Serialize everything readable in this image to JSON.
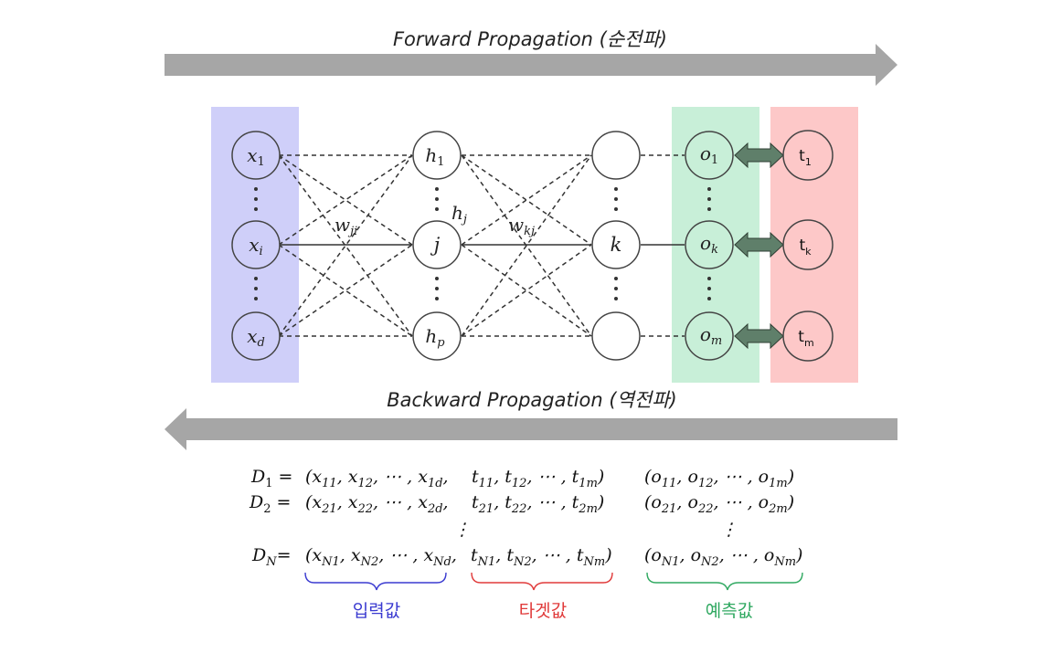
{
  "forward_label": "Forward Propagation (순전파)",
  "backward_label": "Backward Propagation (역전파)",
  "input_nodes": [
    "x1",
    "xi",
    "xd"
  ],
  "hidden_nodes": [
    "h1",
    "j",
    "hp"
  ],
  "hidden_extra_label": "hj",
  "layer3_nodes": [
    "",
    "k",
    ""
  ],
  "output_nodes": [
    "o1",
    "ok",
    "om"
  ],
  "target_nodes": [
    "t1",
    "tk",
    "tm"
  ],
  "weight_labels": [
    "wji",
    "wkj"
  ],
  "dataset_rows": [
    {
      "d": "D1 =",
      "x": "(x11, x12, ⋯ , x1d,",
      "t": "t11, t12, ⋯ , t1m)",
      "o": "(o11, o12, ⋯ , o1m)"
    },
    {
      "d": "D2 =",
      "x": "(x21, x22, ⋯ , x2d,",
      "t": "t21, t22, ⋯ , t2m)",
      "o": "(o21, o22, ⋯ , o2m)"
    },
    {
      "d": "DN =",
      "x": "(xN1, xN2, ⋯ , xNd,",
      "t": "tN1, tN2, ⋯ , tNm)",
      "o": "(oN1, oN2, ⋯ , oNm)"
    }
  ],
  "captions": {
    "input": "입력값",
    "target": "타겟값",
    "prediction": "예측값"
  },
  "colors": {
    "arrow": "#a6a6a6",
    "input_band": "#cfcff9",
    "output_band": "#c8efd8",
    "target_band": "#fdc8c8",
    "double_arrow": "#5f7f6a",
    "brace_input": "#3a3ad0",
    "brace_target": "#e03a3a",
    "brace_prediction": "#2fa860"
  }
}
